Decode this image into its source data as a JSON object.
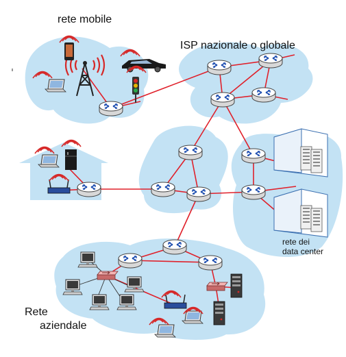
{
  "labels": {
    "mobile_network": "rete mobile",
    "isp": "ISP nazionale o globale",
    "datacenter_line1": "rete dei",
    "datacenter_line2": "data center",
    "enterprise_line1": "Rete",
    "enterprise_line2": "aziendale"
  },
  "colors": {
    "cloud": "#c3e2f4",
    "link": "#e0202a",
    "router_fill": "#ffffff",
    "router_stroke": "#444444",
    "router_icon": "#1f4fb0",
    "switch": "#f4b4b4",
    "wifi": "#d62828",
    "background": "#ffffff"
  },
  "icons": [
    "router-icon",
    "switch-icon",
    "laptop-icon",
    "phone-icon",
    "car-icon",
    "traffic-light-icon",
    "cell-tower-icon",
    "fridge-icon",
    "wifi-access-point-icon",
    "desktop-pc-icon",
    "server-icon",
    "data-center-building-icon",
    "wifi-signal-icon",
    "house-icon"
  ]
}
